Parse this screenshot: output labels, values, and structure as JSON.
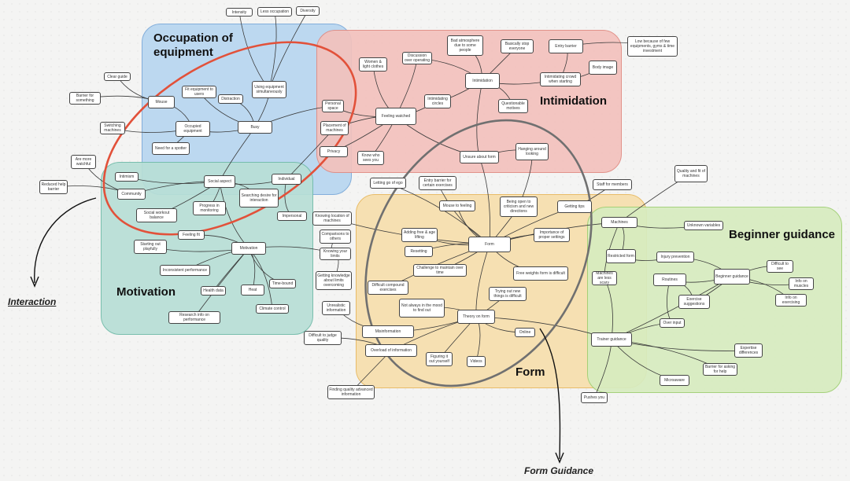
{
  "clusters": {
    "occupation": {
      "label": "Occupation of\nequipment",
      "color": "#b8d6f0",
      "border": "#7aa9d9"
    },
    "intimidation": {
      "label": "Intimidation",
      "color": "#f3c2bd",
      "border": "#e08a82"
    },
    "motivation": {
      "label": "Motivation",
      "color": "#b8dfd6",
      "border": "#6fbaa8"
    },
    "form": {
      "label": "Form",
      "color": "#f7dfad",
      "border": "#e7b85e"
    },
    "beginner": {
      "label": "Beginner guidance",
      "color": "#d7ecc0",
      "border": "#9fcf72"
    }
  },
  "annotations": {
    "interaction": "Interaction",
    "form_guidance": "Form Guidance"
  },
  "colors": {
    "ellipse_red": "#e2513a",
    "ellipse_grey": "#707070",
    "connector": "#3a3a3a"
  },
  "nodes": {
    "n1": "Intensity",
    "n2": "Less occupation",
    "n3": "Diversity",
    "n4": "Bad atmosphere due to some people",
    "n5": "Basically stop everyone",
    "n6": "Entry barrier",
    "n7": "Low because of few equipments, gyms & time investment",
    "n8": "Clear guide",
    "n9": "Discussion over operating",
    "n10": "Women & light clothes",
    "n11": "Intimidation",
    "n12": "Intimidating crowd when starting",
    "n13": "Body image",
    "n14": "Barrier for something",
    "n15": "Fit equipment to users",
    "n16": "Using equipment simultaneously",
    "n17": "Mouse",
    "n18": "Distraction",
    "n19": "Intimidating circles",
    "n20": "Questionable motives",
    "n21": "Personal space",
    "n22": "Occupied equipment",
    "n23": "Busy",
    "n24": "Feeling watched",
    "n25": "Switching machines",
    "n26": "Placement of machines",
    "n27": "Need for a spotter",
    "n28": "Privacy",
    "n29": "Know who sees you",
    "n30": "Unsure about form",
    "n31": "Hanging around looking",
    "n32": "Are more watchful",
    "n33": "Intimism",
    "n34": "Social aspect",
    "n35": "Individual",
    "n36": "Quality and fit of machines",
    "n37": "Reduced help barrier",
    "n38": "Community",
    "n39": "Searching desire for interaction",
    "n40": "Letting go of ego",
    "n41": "Entry barrier for certain exercises",
    "n42": "Staff for members",
    "n43": "Social workout balance",
    "n44": "Progress in monitoring",
    "n45": "Impersonal",
    "n46": "Knowing location of machines",
    "n47": "Being open to criticism and new directions",
    "n48": "Getting tips",
    "n49": "Mouse to feeling",
    "n50": "Feeling fit",
    "n51": "Machines",
    "n52": "Unknown variables",
    "n53": "Comparisons to others",
    "n54": "Adding free & age lifting",
    "n55": "Importance of proper settings",
    "n56": "Starting out playfully",
    "n57": "Motivation",
    "n58": "Knowing your limits",
    "n59": "Form",
    "n60": "Restricted form",
    "n61": "Injury prevention",
    "n62": "Resetting",
    "n63": "Challenge to maintain over time",
    "n64": "Getting knowledge about limits overcoming",
    "n65": "Free weights form is difficult",
    "n66": "Machines are less scary",
    "n67": "Beginner guidance",
    "n68": "Difficult to see",
    "n69": "Inconsistent performance",
    "n70": "Routines",
    "n71": "Difficult compound exercises",
    "n72": "Trying out new things is difficult",
    "n73": "Health data",
    "n74": "Heat",
    "n75": "Time-bound",
    "n76": "Exercise suggestions",
    "n77": "Info on muscles",
    "n78": "Info on exercising",
    "n79": "Not always in the mood to find out",
    "n80": "Theory on form",
    "n81": "Unrealistic information",
    "n82": "Climate control",
    "n83": "Research info on performance",
    "n84": "Over input",
    "n85": "Misinformation",
    "n86": "Online",
    "n87": "Trainer guidance",
    "n88": "Difficult to judge quality",
    "n89": "Expertise differences",
    "n90": "Overload of information",
    "n91": "Figuring it out yourself",
    "n92": "Videos",
    "n93": "Barrier for asking for help",
    "n94": "Microaware",
    "n95": "Finding quality advanced information",
    "n96": "Pushes you"
  }
}
